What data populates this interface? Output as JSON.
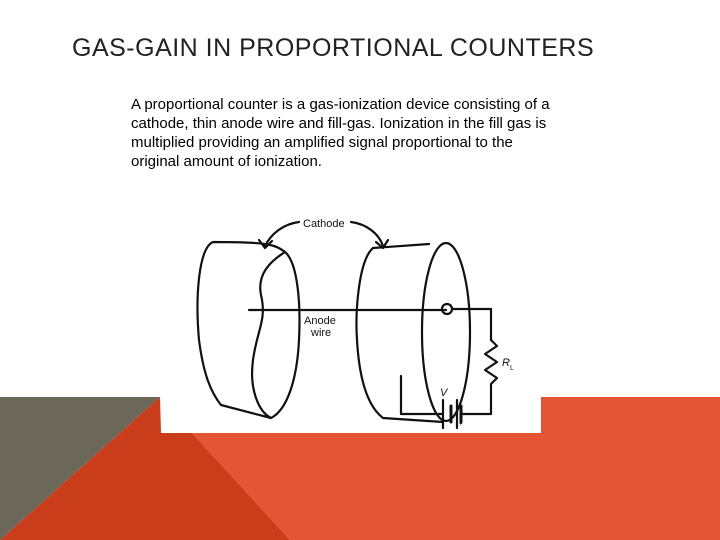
{
  "slide": {
    "title": "GAS-GAIN IN PROPORTIONAL COUNTERS",
    "body": "A proportional counter is a gas-ionization device consisting of a cathode, thin anode wire and fill-gas. Ionization in the fill gas is multiplied providing an amplified signal proportional to the original amount of ionization."
  },
  "figure": {
    "cathode_label": "Cathode",
    "anode_label_1": "Anode",
    "anode_label_2": "wire",
    "resistor_label": "R",
    "resistor_sub": "L",
    "voltage_label": "V",
    "battery_plus": "+"
  },
  "colors": {
    "accent_orange": "#e35534",
    "accent_dark_orange": "#c93d1b",
    "accent_gray": "#6b6759",
    "title_text": "#222222"
  }
}
